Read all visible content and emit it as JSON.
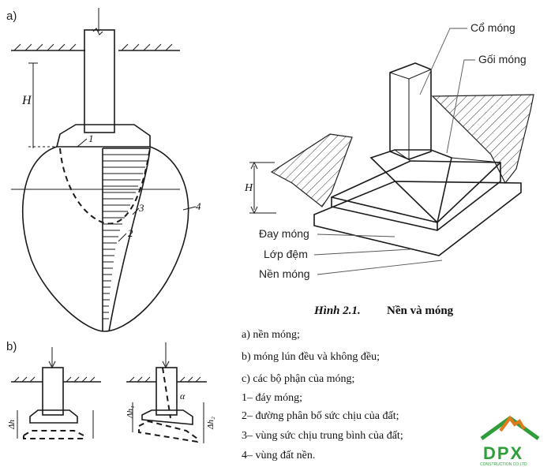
{
  "figure_a": {
    "panel_label": "a)",
    "dim_label": "H",
    "callouts": [
      "1",
      "3",
      "2",
      "4"
    ]
  },
  "figure_b": {
    "panel_label": "b)",
    "dim_left": "Δh",
    "dim_right_top": "Δh₁",
    "dim_right_bottom": "Δh₂",
    "angle_label": "α"
  },
  "figure_c": {
    "dim_label": "H",
    "labels": {
      "co_mong": "Cổ móng",
      "goi_mong": "Gối móng",
      "day_mong": "Đay móng",
      "lop_dem": "Lớp đệm",
      "nen_mong": "Nền móng"
    }
  },
  "caption": {
    "title_prefix": "Hình 2.1.",
    "title_text": "Nền và móng",
    "items": [
      "a)  nền  móng;",
      "b)  móng  lún  đều  và  không  đều;",
      "c)  các  bộ  phận  của  móng;",
      "1–  đáy móng;",
      "2–  đường  phân  bố  sức  chịu  của  đất;",
      "3– vùng  sức  chịu  trung  bình  của  đất;",
      "4–  vùng  đất  nền."
    ]
  },
  "logo": {
    "text": "DPX",
    "subtext": "CONSTRUCTION CO.LTD",
    "brand_green": "#2e9e3a",
    "brand_orange": "#e07a1f"
  }
}
